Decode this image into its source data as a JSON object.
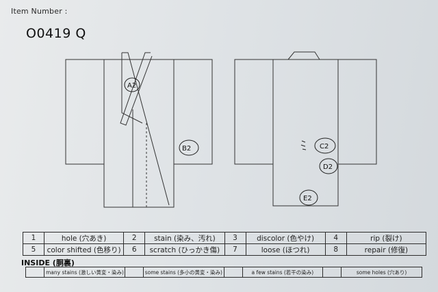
{
  "header": {
    "item_number_label": "Item Number :",
    "item_code": "O0419 Q"
  },
  "front_marks": [
    "A2",
    "B2"
  ],
  "back_marks": [
    "C2",
    "D2",
    "E2"
  ],
  "legend": {
    "rows": [
      [
        {
          "num": "1",
          "label": "hole (穴あき)"
        },
        {
          "num": "2",
          "label": "stain (染み、汚れ)"
        },
        {
          "num": "3",
          "label": "discolor (色やけ)"
        },
        {
          "num": "4",
          "label": "rip (裂け)"
        }
      ],
      [
        {
          "num": "5",
          "label": "color shifted (色移り)"
        },
        {
          "num": "6",
          "label": "scratch (ひっかき傷)"
        },
        {
          "num": "7",
          "label": "loose (ほつれ)"
        },
        {
          "num": "8",
          "label": "repair (修復)"
        }
      ]
    ]
  },
  "inside": {
    "title": "INSIDE (胴裏)",
    "options": [
      "many stains (激しい黄変・染み)",
      "some stains (多小の黄変・染み)",
      "a few stains (若干の染み)",
      "some holes (穴あり)"
    ]
  }
}
